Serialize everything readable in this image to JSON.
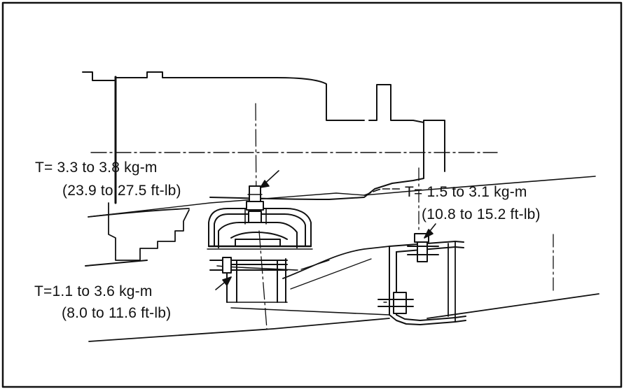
{
  "colors": {
    "ink": "#111111",
    "paper": "#ffffff"
  },
  "annotations": {
    "upper_bolt": {
      "torque": "T= 3.3 to 3.8 kg-m",
      "imperial": "(23.9 to 27.5 ft-lb)"
    },
    "frame_bolt": {
      "torque": "T= 1.5 to 3.1 kg-m",
      "imperial": "(10.8 to 15.2 ft-lb)"
    },
    "lower_bolt": {
      "torque": "T=1.1 to 3.6 kg-m",
      "imperial": "(8.0 to 11.6 ft-lb)"
    }
  }
}
